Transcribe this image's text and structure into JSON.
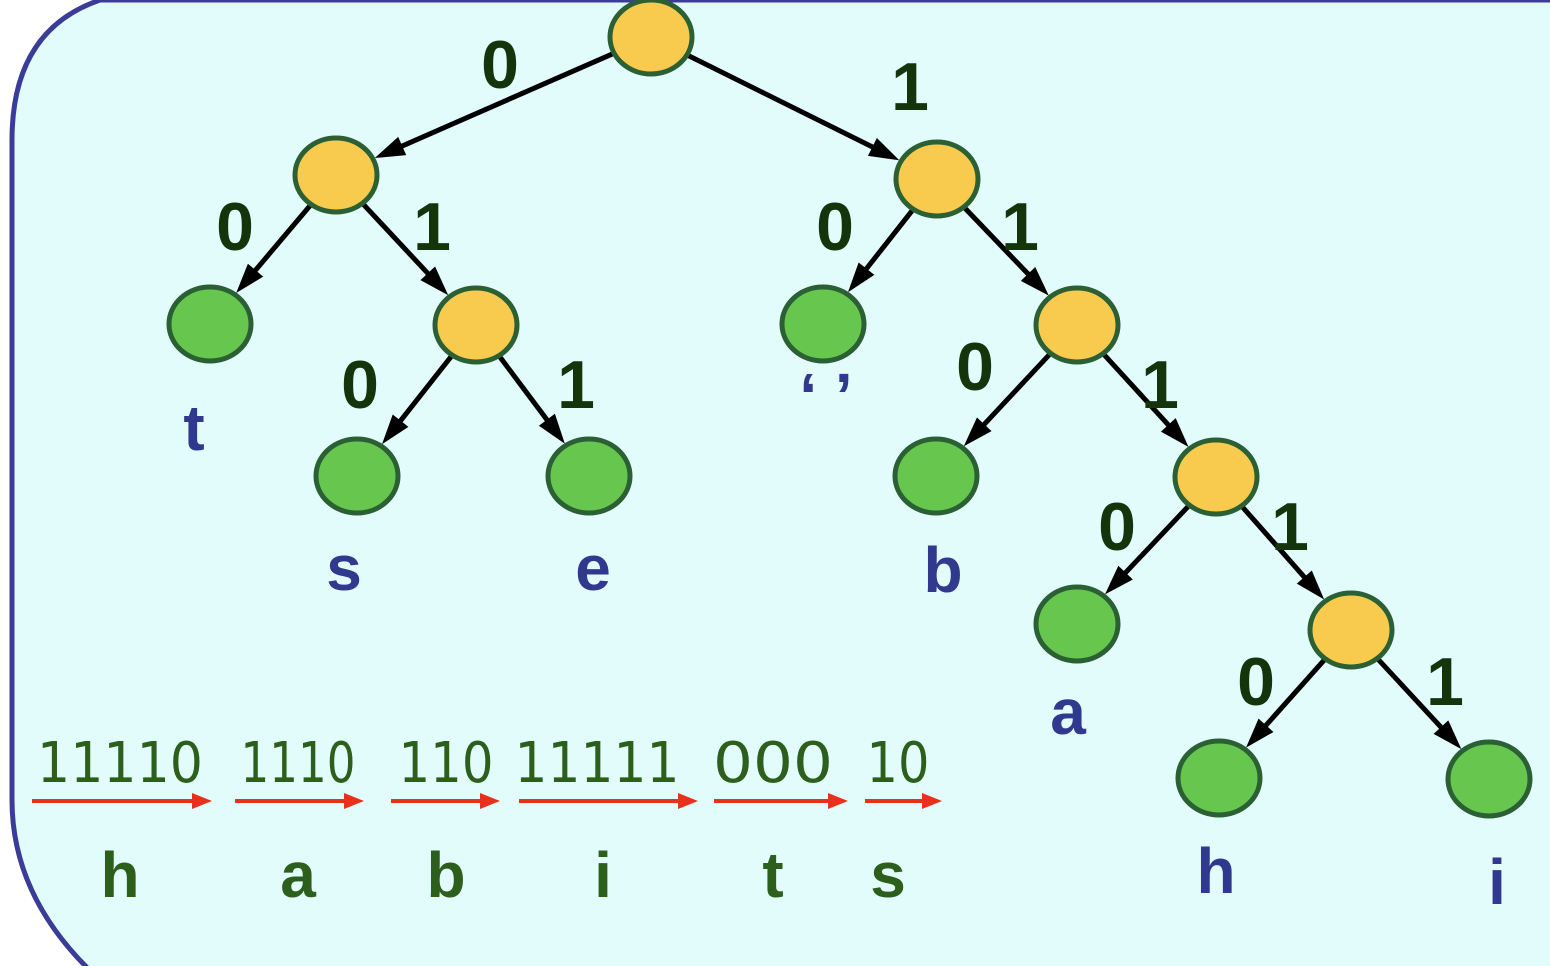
{
  "colors": {
    "background": "#e2fbfb",
    "frame": "#3a3d97",
    "internal_node": "#f8cb4e",
    "leaf_node": "#66c64d",
    "node_outline": "#2b6035",
    "edge_label": "#14340c",
    "leaf_label": "#2f3a8e",
    "code_text": "#2c5f1c",
    "arrow_red": "#e8301c"
  },
  "tree": {
    "root": {
      "id": "root",
      "type": "internal"
    },
    "edges": [
      {
        "from": "root",
        "to": "n0",
        "label": "0"
      },
      {
        "from": "root",
        "to": "n1",
        "label": "1"
      },
      {
        "from": "n0",
        "to": "t",
        "label": "0"
      },
      {
        "from": "n0",
        "to": "n01",
        "label": "1"
      },
      {
        "from": "n01",
        "to": "s",
        "label": "0"
      },
      {
        "from": "n01",
        "to": "e",
        "label": "1"
      },
      {
        "from": "n1",
        "to": "space",
        "label": "0"
      },
      {
        "from": "n1",
        "to": "n11",
        "label": "1"
      },
      {
        "from": "n11",
        "to": "b",
        "label": "0"
      },
      {
        "from": "n11",
        "to": "n111",
        "label": "1"
      },
      {
        "from": "n111",
        "to": "a",
        "label": "0"
      },
      {
        "from": "n111",
        "to": "n1111",
        "label": "1"
      },
      {
        "from": "n1111",
        "to": "h",
        "label": "0"
      },
      {
        "from": "n1111",
        "to": "i",
        "label": "1"
      }
    ],
    "leaves": [
      {
        "id": "t",
        "label": "t"
      },
      {
        "id": "s",
        "label": "s"
      },
      {
        "id": "e",
        "label": "e"
      },
      {
        "id": "space",
        "label": "‘ ’"
      },
      {
        "id": "b",
        "label": "b"
      },
      {
        "id": "a",
        "label": "a"
      },
      {
        "id": "h",
        "label": "h"
      },
      {
        "id": "i",
        "label": "i"
      }
    ]
  },
  "decoding": [
    {
      "code": "11110",
      "letter": "h"
    },
    {
      "code": "1110",
      "letter": "a"
    },
    {
      "code": "110",
      "letter": "b"
    },
    {
      "code": "11111",
      "letter": "i"
    },
    {
      "code": "000",
      "letter": "t"
    },
    {
      "code": "10",
      "letter": "s"
    }
  ]
}
